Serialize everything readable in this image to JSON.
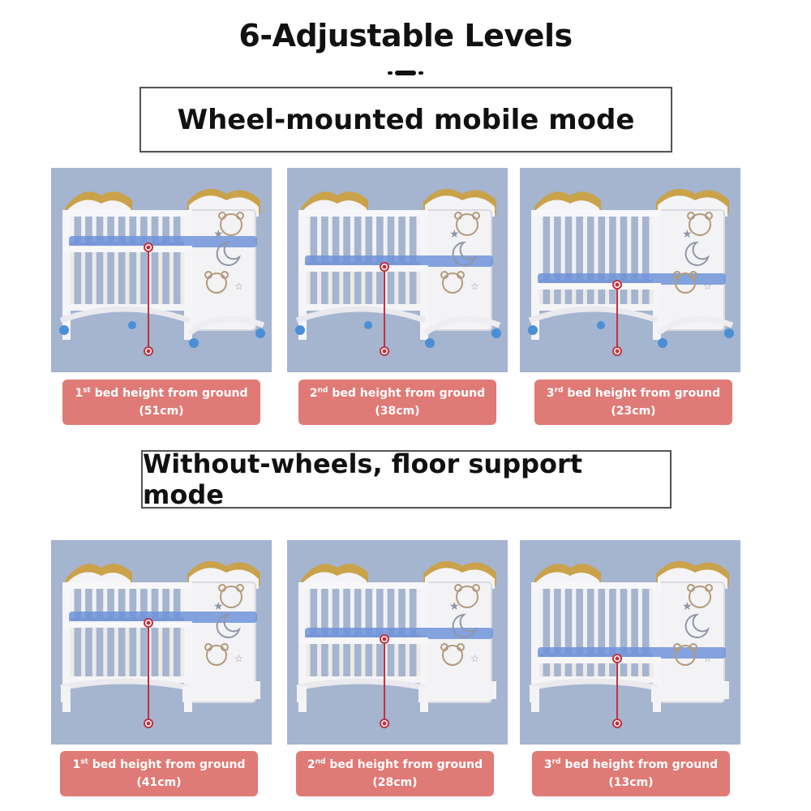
{
  "title": "6-Adjustable Levels",
  "modes": {
    "wheel": "Wheel-mounted mobile mode",
    "floor": "Without-wheels, floor support mode"
  },
  "levels": [
    {
      "num": "1",
      "ord": "st",
      "text": " bed height from ground",
      "height": "(51cm)"
    },
    {
      "num": "2",
      "ord": "nd",
      "text": " bed height from ground",
      "height": "(38cm)"
    },
    {
      "num": "3",
      "ord": "rd",
      "text": " bed height from ground",
      "height": "(23cm)"
    },
    {
      "num": "1",
      "ord": "st",
      "text": " bed height from ground",
      "height": "(41cm)"
    },
    {
      "num": "2",
      "ord": "nd",
      "text": " bed height from ground",
      "height": "(28cm)"
    },
    {
      "num": "3",
      "ord": "rd",
      "text": " bed height from ground",
      "height": "(13cm)"
    }
  ],
  "colors": {
    "tile_bg": "#a5b4cf",
    "label_bg": "#e07a76",
    "marker": "#c0313f",
    "crib_gold": "#c9a24a"
  },
  "icons": [
    "crib-image",
    "bear-icon",
    "moon-icon",
    "star-icon",
    "wheel-icon"
  ]
}
